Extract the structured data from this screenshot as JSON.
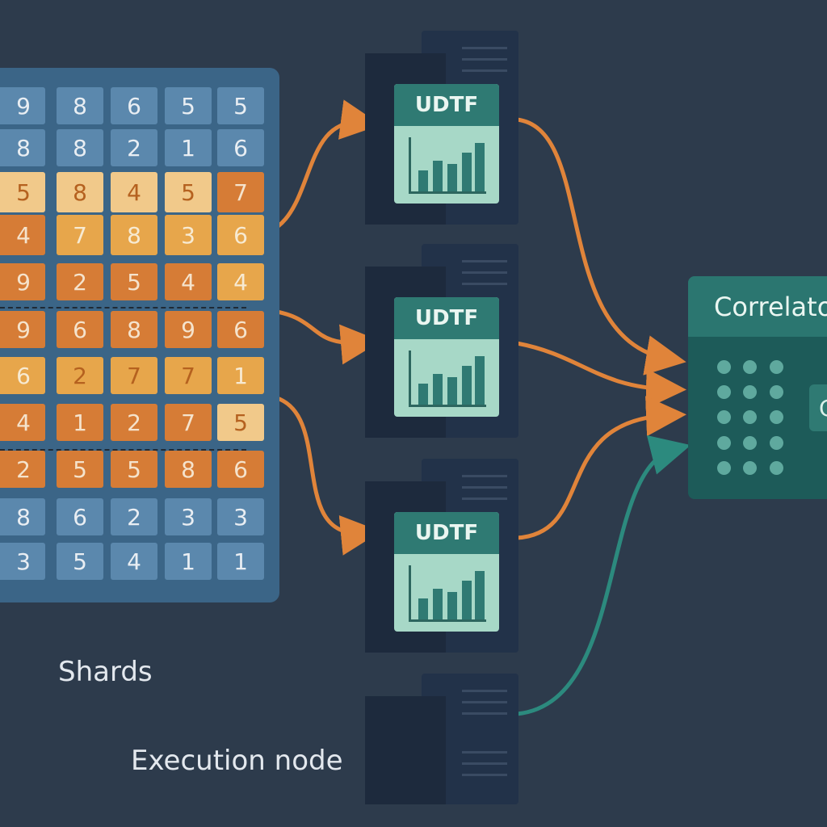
{
  "grid": {
    "rows": [
      [
        "9",
        "8",
        "6",
        "5",
        "5"
      ],
      [
        "8",
        "8",
        "2",
        "1",
        "6"
      ],
      [
        "5",
        "8",
        "4",
        "5",
        "7"
      ],
      [
        "4",
        "7",
        "8",
        "3",
        "6"
      ],
      [
        "9",
        "2",
        "5",
        "4",
        "4"
      ],
      [
        "9",
        "6",
        "8",
        "9",
        "6"
      ],
      [
        "6",
        "2",
        "7",
        "7",
        "1"
      ],
      [
        "4",
        "1",
        "2",
        "7",
        "5"
      ],
      [
        "2",
        "5",
        "5",
        "8",
        "6"
      ],
      [
        "8",
        "6",
        "2",
        "3",
        "3"
      ],
      [
        "3",
        "5",
        "4",
        "1",
        "1"
      ]
    ]
  },
  "servers": [
    {
      "label": "UDTF"
    },
    {
      "label": "UDTF"
    },
    {
      "label": "UDTF"
    }
  ],
  "correlator": {
    "title": "Correlator",
    "button_text": "C"
  },
  "labels": {
    "shards": "Shards",
    "execution_node": "Execution node"
  },
  "colors": {
    "background": "#2d3b4c",
    "arrow_orange": "#e0843a",
    "arrow_teal": "#2c8a7e",
    "udtf_header": "#2f7a73"
  }
}
